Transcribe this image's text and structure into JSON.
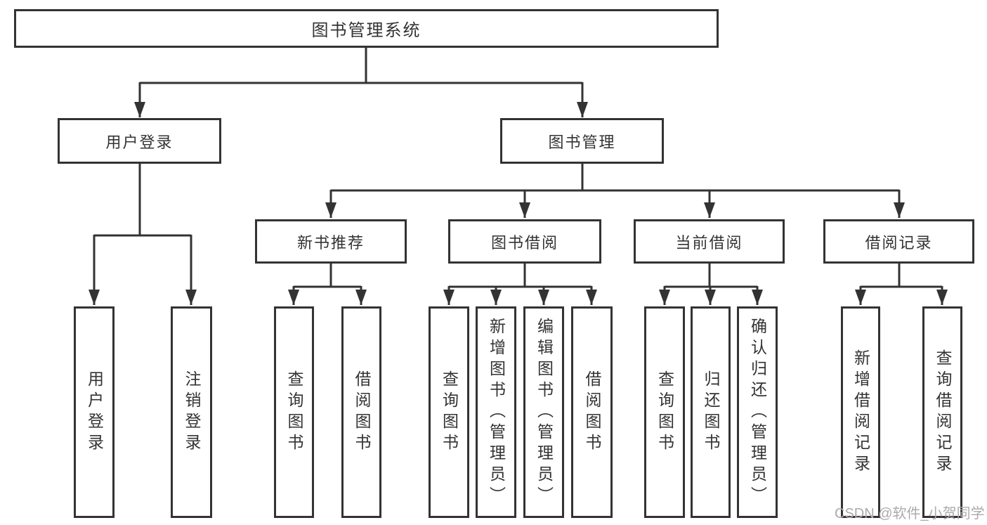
{
  "diagram": {
    "title": "图书管理系统",
    "watermark": "CSDN @软件_小贺同学",
    "colors": {
      "line": "#333333",
      "text": "#333333",
      "watermark": "#ababab",
      "background": "#ffffff"
    },
    "nodes": {
      "root": {
        "label": "图书管理系统"
      },
      "user_login": {
        "label": "用户登录"
      },
      "book_mgmt": {
        "label": "图书管理"
      },
      "new_books": {
        "label": "新书推荐"
      },
      "book_borrow": {
        "label": "图书借阅"
      },
      "current_borrow": {
        "label": "当前借阅"
      },
      "borrow_records": {
        "label": "借阅记录"
      },
      "login": {
        "label": "用户登录"
      },
      "logout": {
        "label": "注销登录"
      },
      "nb_query": {
        "label": "查询图书"
      },
      "nb_borrow": {
        "label": "借阅图书"
      },
      "bb_query": {
        "label": "查询图书"
      },
      "bb_add": {
        "label": "新增图书（管理员）"
      },
      "bb_edit": {
        "label": "编辑图书（管理员）"
      },
      "bb_borrow": {
        "label": "借阅图书"
      },
      "cb_query": {
        "label": "查询图书"
      },
      "cb_return": {
        "label": "归还图书"
      },
      "cb_confirm": {
        "label": "确认归还（管理员）"
      },
      "br_add": {
        "label": "新增借阅记录"
      },
      "br_query": {
        "label": "查询借阅记录"
      }
    },
    "tree": {
      "root": [
        "user_login",
        "book_mgmt"
      ],
      "user_login": [
        "login",
        "logout"
      ],
      "book_mgmt": [
        "new_books",
        "book_borrow",
        "current_borrow",
        "borrow_records"
      ],
      "new_books": [
        "nb_query",
        "nb_borrow"
      ],
      "book_borrow": [
        "bb_query",
        "bb_add",
        "bb_edit",
        "bb_borrow"
      ],
      "current_borrow": [
        "cb_query",
        "cb_return",
        "cb_confirm"
      ],
      "borrow_records": [
        "br_add",
        "br_query"
      ]
    }
  }
}
